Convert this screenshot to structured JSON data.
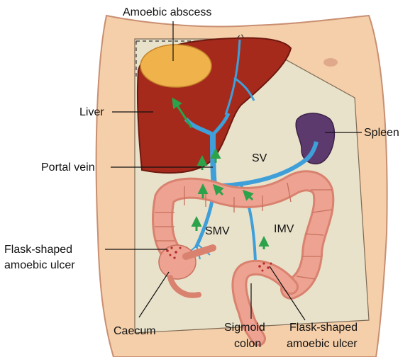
{
  "labels": {
    "amoebic_abscess": "Amoebic abscess",
    "liver": "Liver",
    "spleen": "Spleen",
    "portal_vein": "Portal vein",
    "sv": "SV",
    "smv": "SMV",
    "imv": "IMV",
    "flask_left_1": "Flask-shaped",
    "flask_left_2": "amoebic ulcer",
    "caecum": "Caecum",
    "sigmoid_1": "Sigmoid",
    "sigmoid_2": "colon",
    "flask_right_1": "Flask-shaped",
    "flask_right_2": "amoebic ulcer"
  },
  "colors": {
    "skin": "#f5cfa9",
    "peritoneum": "#e9e2cb",
    "liver": "#a62a1c",
    "abscess": "#f0b24a",
    "spleen": "#5d3a6e",
    "vein": "#3f9fd9",
    "colon": "#eea291",
    "arrow": "#2ca24a"
  }
}
